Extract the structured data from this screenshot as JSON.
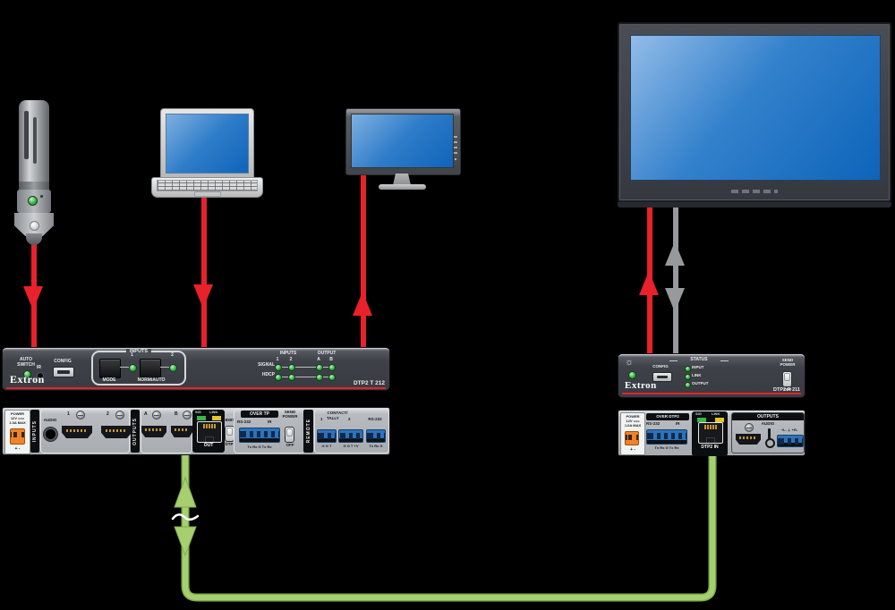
{
  "icons": {
    "brightness": "☼"
  },
  "colors": {
    "red": "#e8212b",
    "green_cable": "#a6cf70",
    "gray_cable": "#97999c",
    "led_green": "#3cb549",
    "led_yellow": "#e3c52f",
    "connector_blue": "#2f72b8",
    "connector_orange": "#ef8329"
  },
  "tx": {
    "front": {
      "auto1": "AUTO",
      "auto2": "SWITCH",
      "ir": "IR",
      "config": "CONFIG",
      "inputs_title": "INPUTS",
      "num1": "1",
      "num2": "2",
      "mode": "MODE",
      "norm_auto": "NORM/AUTO",
      "leds_inputs": "INPUTS",
      "leds_output": "OUTPUT",
      "in1": "1",
      "in2": "2",
      "outA": "A",
      "outB": "B",
      "signal": "SIGNAL",
      "hdcp": "HDCP",
      "logo": "Extron",
      "model": "DTP2 T 212"
    },
    "rear": {
      "power1": "POWER",
      "power2": "12V ===",
      "power3": "1.0A MAX",
      "power_pm": "+  -",
      "inputs_strip": "INPUTS",
      "audio": "AUDIO",
      "in1": "1",
      "in2": "2",
      "outputs_strip": "OUTPUTS",
      "outA": "A",
      "outB": "B",
      "rj_sig": "SIG",
      "rj_link": "LINK",
      "rj_out": "OUT",
      "hdbt": "HDBT",
      "dtp": "DTP",
      "overtp_title": "OVER TP",
      "overtp_rs232": "RS-232",
      "overtp_ir": "IR",
      "overtp_pins": "Tx Rx G Tx Rx",
      "sp1": "SEND",
      "sp2": "POWER",
      "sp_off": "OFF",
      "remote_strip": "REMOTE",
      "contact_hdr": "CONTACT/",
      "tally": "TALLY",
      "c1": "1",
      "c2": "2",
      "pins1": "G G T",
      "pins2": "G G T +V",
      "rs232": "RS-232",
      "pins3": "Tx Rx G"
    }
  },
  "rx": {
    "front": {
      "status": "STATUS",
      "input": "INPUT",
      "link": "LINK",
      "output": "OUTPUT",
      "config": "CONFIG",
      "sp1": "SEND",
      "sp2": "POWER",
      "sp_off": "OFF",
      "logo": "Extron",
      "model": "DTP2 R 211"
    },
    "rear": {
      "power1": "POWER",
      "power2": "12V ===",
      "power3": "1.0A MAX",
      "power_pm": "+  -",
      "overdtp2_title": "OVER DTP2",
      "rs232": "RS-232",
      "ir": "IR",
      "pins": "Tx Rx G Tx Rx",
      "rj_sig": "SIG",
      "rj_link": "LINK",
      "dtp2_in": "DTP2 IN",
      "outputs_title": "OUTPUTS",
      "audio": "AUDIO",
      "audio_pins": "+L-  ⊥  +R-"
    }
  }
}
